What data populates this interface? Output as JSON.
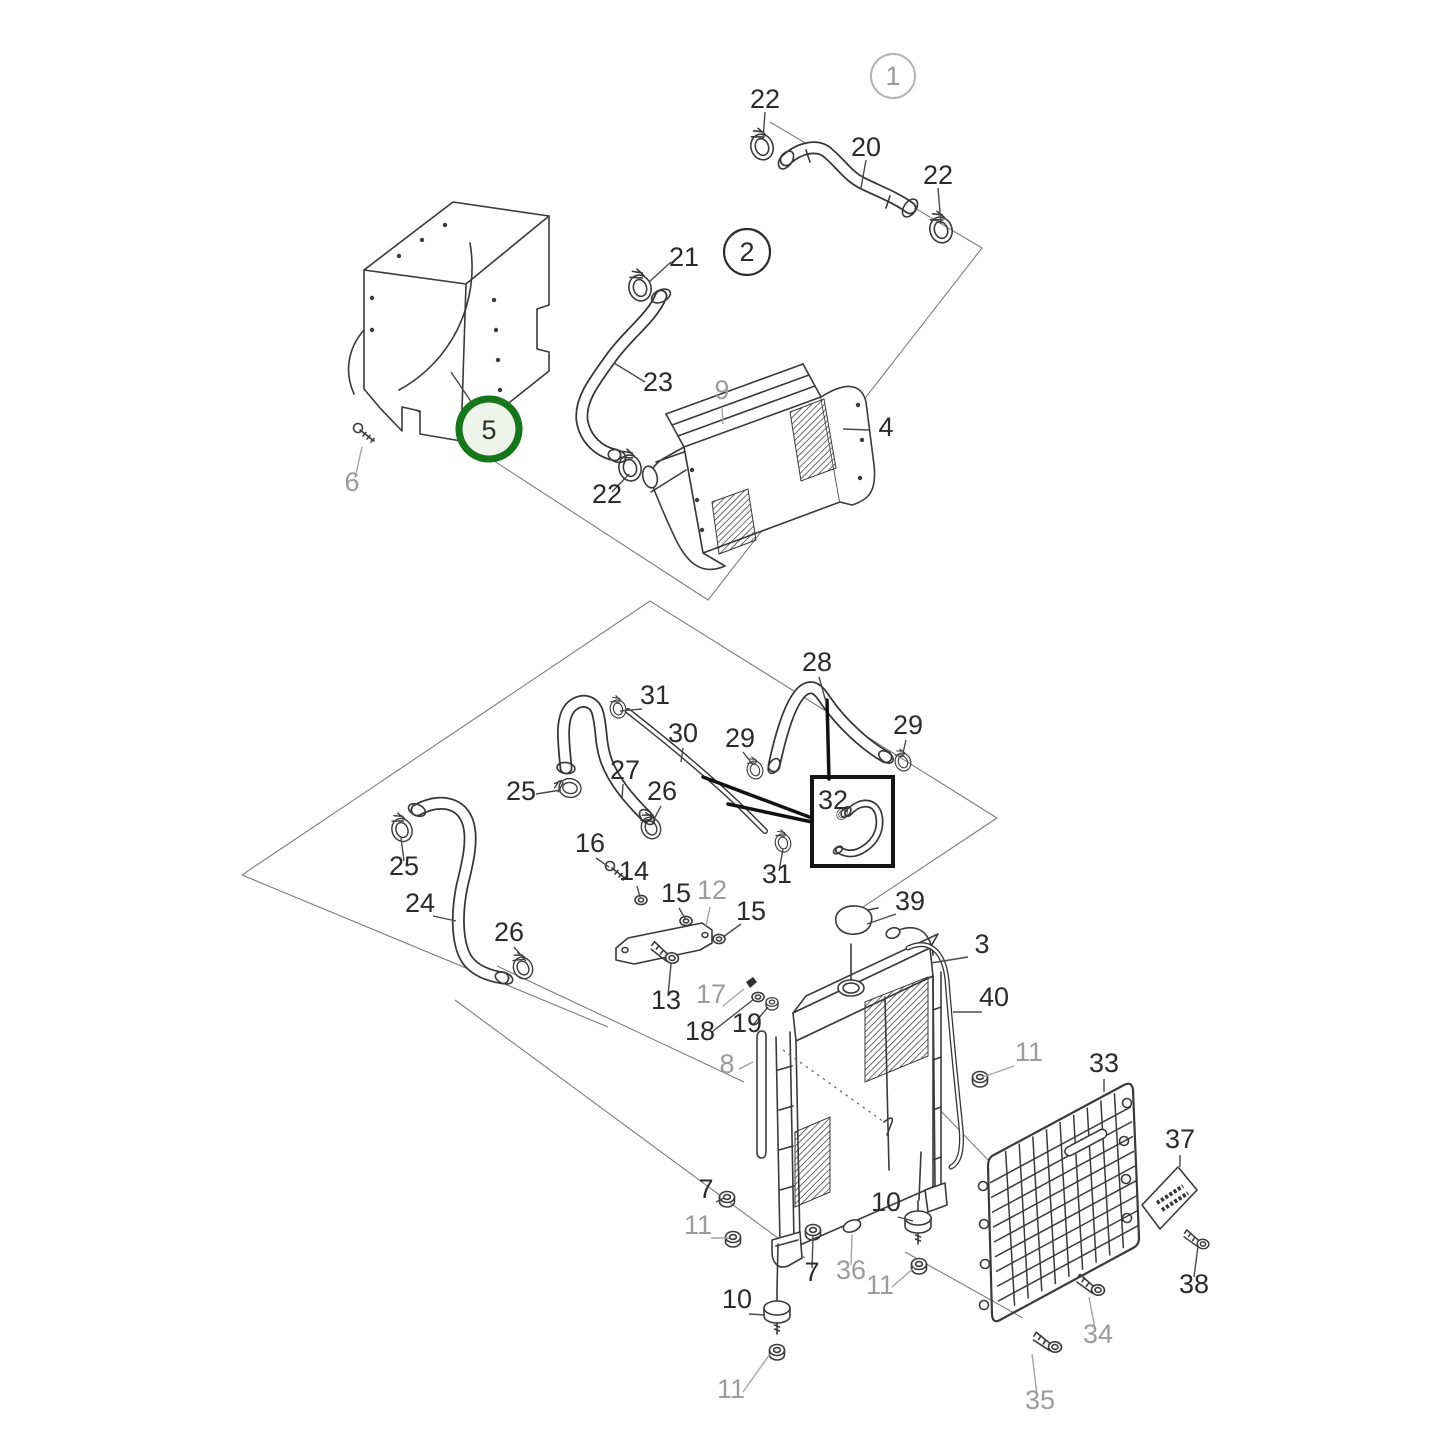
{
  "callouts": {
    "c1": "1",
    "c2": "2",
    "c3": "3",
    "c4": "4",
    "c5": "5",
    "c6": "6",
    "c7a": "7",
    "c7b": "7",
    "c8": "8",
    "c9": "9",
    "c10a": "10",
    "c10b": "10",
    "c11a": "11",
    "c11b": "11",
    "c11c": "11",
    "c11d": "11",
    "c12": "12",
    "c13": "13",
    "c14": "14",
    "c15a": "15",
    "c15b": "15",
    "c16": "16",
    "c17": "17",
    "c18": "18",
    "c19": "19",
    "c20": "20",
    "c21": "21",
    "c22a": "22",
    "c22b": "22",
    "c22c": "22",
    "c23": "23",
    "c24": "24",
    "c25a": "25",
    "c25b": "25",
    "c26a": "26",
    "c26b": "26",
    "c27": "27",
    "c28": "28",
    "c29a": "29",
    "c29b": "29",
    "c30": "30",
    "c31a": "31",
    "c31b": "31",
    "c32": "32",
    "c33": "33",
    "c34": "34",
    "c35": "35",
    "c36": "36",
    "c37": "37",
    "c38": "38",
    "c39": "39",
    "c40": "40"
  },
  "colors": {
    "highlight_ring": "#15761c",
    "highlight_fill": "#edf3e9",
    "ink": "#2b2b2b",
    "muted_label": "#9b9b9b",
    "line": "#3a3a3a"
  },
  "highlight": {
    "part": "5"
  },
  "reference_bubbles": {
    "gray": "1",
    "black": "2"
  }
}
